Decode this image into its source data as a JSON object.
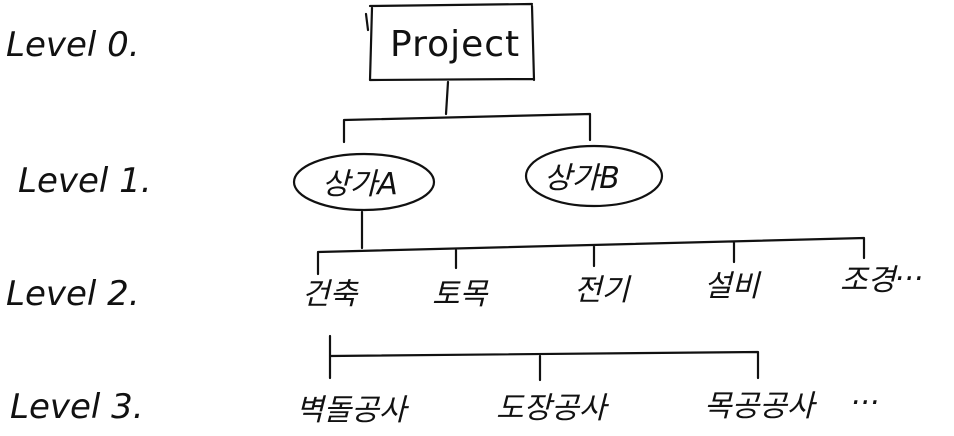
{
  "levels": [
    {
      "label": "Level 0."
    },
    {
      "label": "Level 1."
    },
    {
      "label": "Level 2."
    },
    {
      "label": "Level 3."
    }
  ],
  "root": {
    "label": "Project"
  },
  "level1": [
    {
      "label": "상가A"
    },
    {
      "label": "상가B"
    }
  ],
  "level2": [
    {
      "label": "건축"
    },
    {
      "label": "토목"
    },
    {
      "label": "전기"
    },
    {
      "label": "설비"
    },
    {
      "label": "조경"
    },
    {
      "label": "..."
    }
  ],
  "level3": [
    {
      "label": "벽돌공사"
    },
    {
      "label": "도장공사"
    },
    {
      "label": "목공공사"
    },
    {
      "label": "..."
    }
  ]
}
